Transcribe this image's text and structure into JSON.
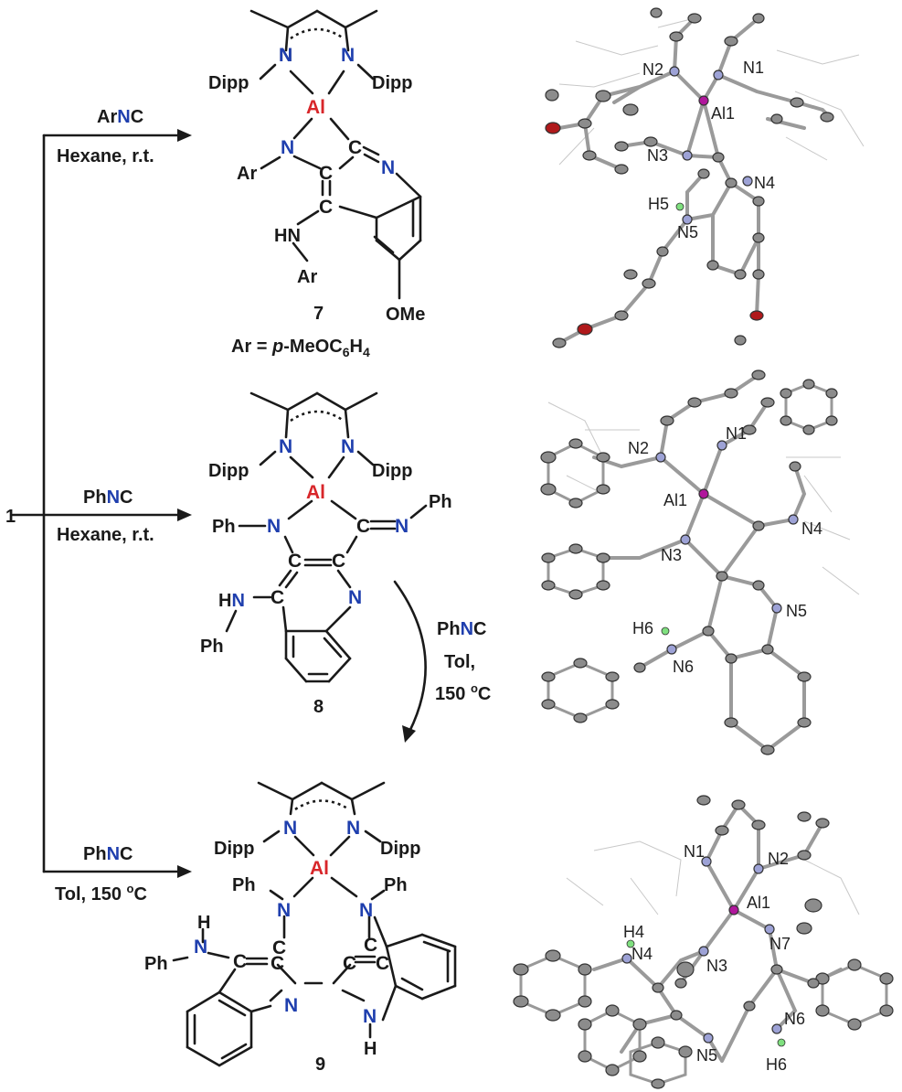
{
  "start_label": "1",
  "reactions": [
    {
      "reagent_pre": "Ar",
      "reagent_n": "N",
      "reagent_post": "C",
      "conditions": "Hexane, r.t."
    },
    {
      "reagent_pre": "Ph",
      "reagent_n": "N",
      "reagent_post": "C",
      "conditions": "Hexane, r.t."
    },
    {
      "reagent_pre": "Ph",
      "reagent_n": "N",
      "reagent_post": "C",
      "conditions_pre": "Tol, 150 ",
      "conditions_sup": "o",
      "conditions_post": "C"
    }
  ],
  "conversion": {
    "reagent_pre": "Ph",
    "reagent_n": "N",
    "reagent_post": "C",
    "solvent": "Tol,",
    "temp_pre": "150 ",
    "temp_sup": "o",
    "temp_post": "C"
  },
  "compounds": {
    "c7": {
      "number": "7",
      "ar_def_pre": "Ar = ",
      "ar_def_p": "p",
      "ar_def_mid": "-MeOC",
      "ar_def_sub1": "6",
      "ar_def_h": "H",
      "ar_def_sub2": "4"
    },
    "c8": {
      "number": "8"
    },
    "c9": {
      "number": "9"
    }
  },
  "atoms": {
    "dipp": "Dipp",
    "n": "N",
    "al": "Al",
    "c": "C",
    "ar": "Ar",
    "hn": "HN",
    "h": "H",
    "ph": "Ph",
    "ome": "OMe"
  },
  "ortep_labels": {
    "s7": [
      "N2",
      "N1",
      "Al1",
      "N3",
      "N4",
      "H5",
      "N5"
    ],
    "s8": [
      "N2",
      "N1",
      "Al1",
      "N4",
      "N3",
      "N5",
      "H6",
      "N6"
    ],
    "s9": [
      "N1",
      "N2",
      "Al1",
      "H4",
      "N4",
      "N3",
      "N7",
      "N6",
      "N5",
      "H6"
    ]
  }
}
